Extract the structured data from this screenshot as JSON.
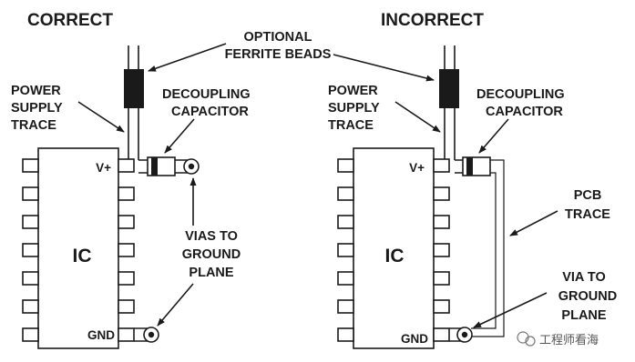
{
  "correct": {
    "title": "CORRECT",
    "power_supply_trace": [
      "POWER",
      "SUPPLY",
      "TRACE"
    ],
    "decoupling_capacitor": [
      "DECOUPLING",
      "CAPACITOR"
    ],
    "vias_to_ground_plane": [
      "VIAS TO",
      "GROUND",
      "PLANE"
    ],
    "ic_label": "IC",
    "vplus_label": "V+",
    "gnd_label": "GND"
  },
  "shared": {
    "optional_ferrite_beads": [
      "OPTIONAL",
      "FERRITE BEADS"
    ]
  },
  "incorrect": {
    "title": "INCORRECT",
    "power_supply_trace": [
      "POWER",
      "SUPPLY",
      "TRACE"
    ],
    "decoupling_capacitor": [
      "DECOUPLING",
      "CAPACITOR"
    ],
    "pcb_trace": [
      "PCB",
      "TRACE"
    ],
    "via_to_ground_plane": [
      "VIA TO",
      "GROUND",
      "PLANE"
    ],
    "ic_label": "IC",
    "vplus_label": "V+",
    "gnd_label": "GND"
  },
  "watermark": "工程师看海"
}
